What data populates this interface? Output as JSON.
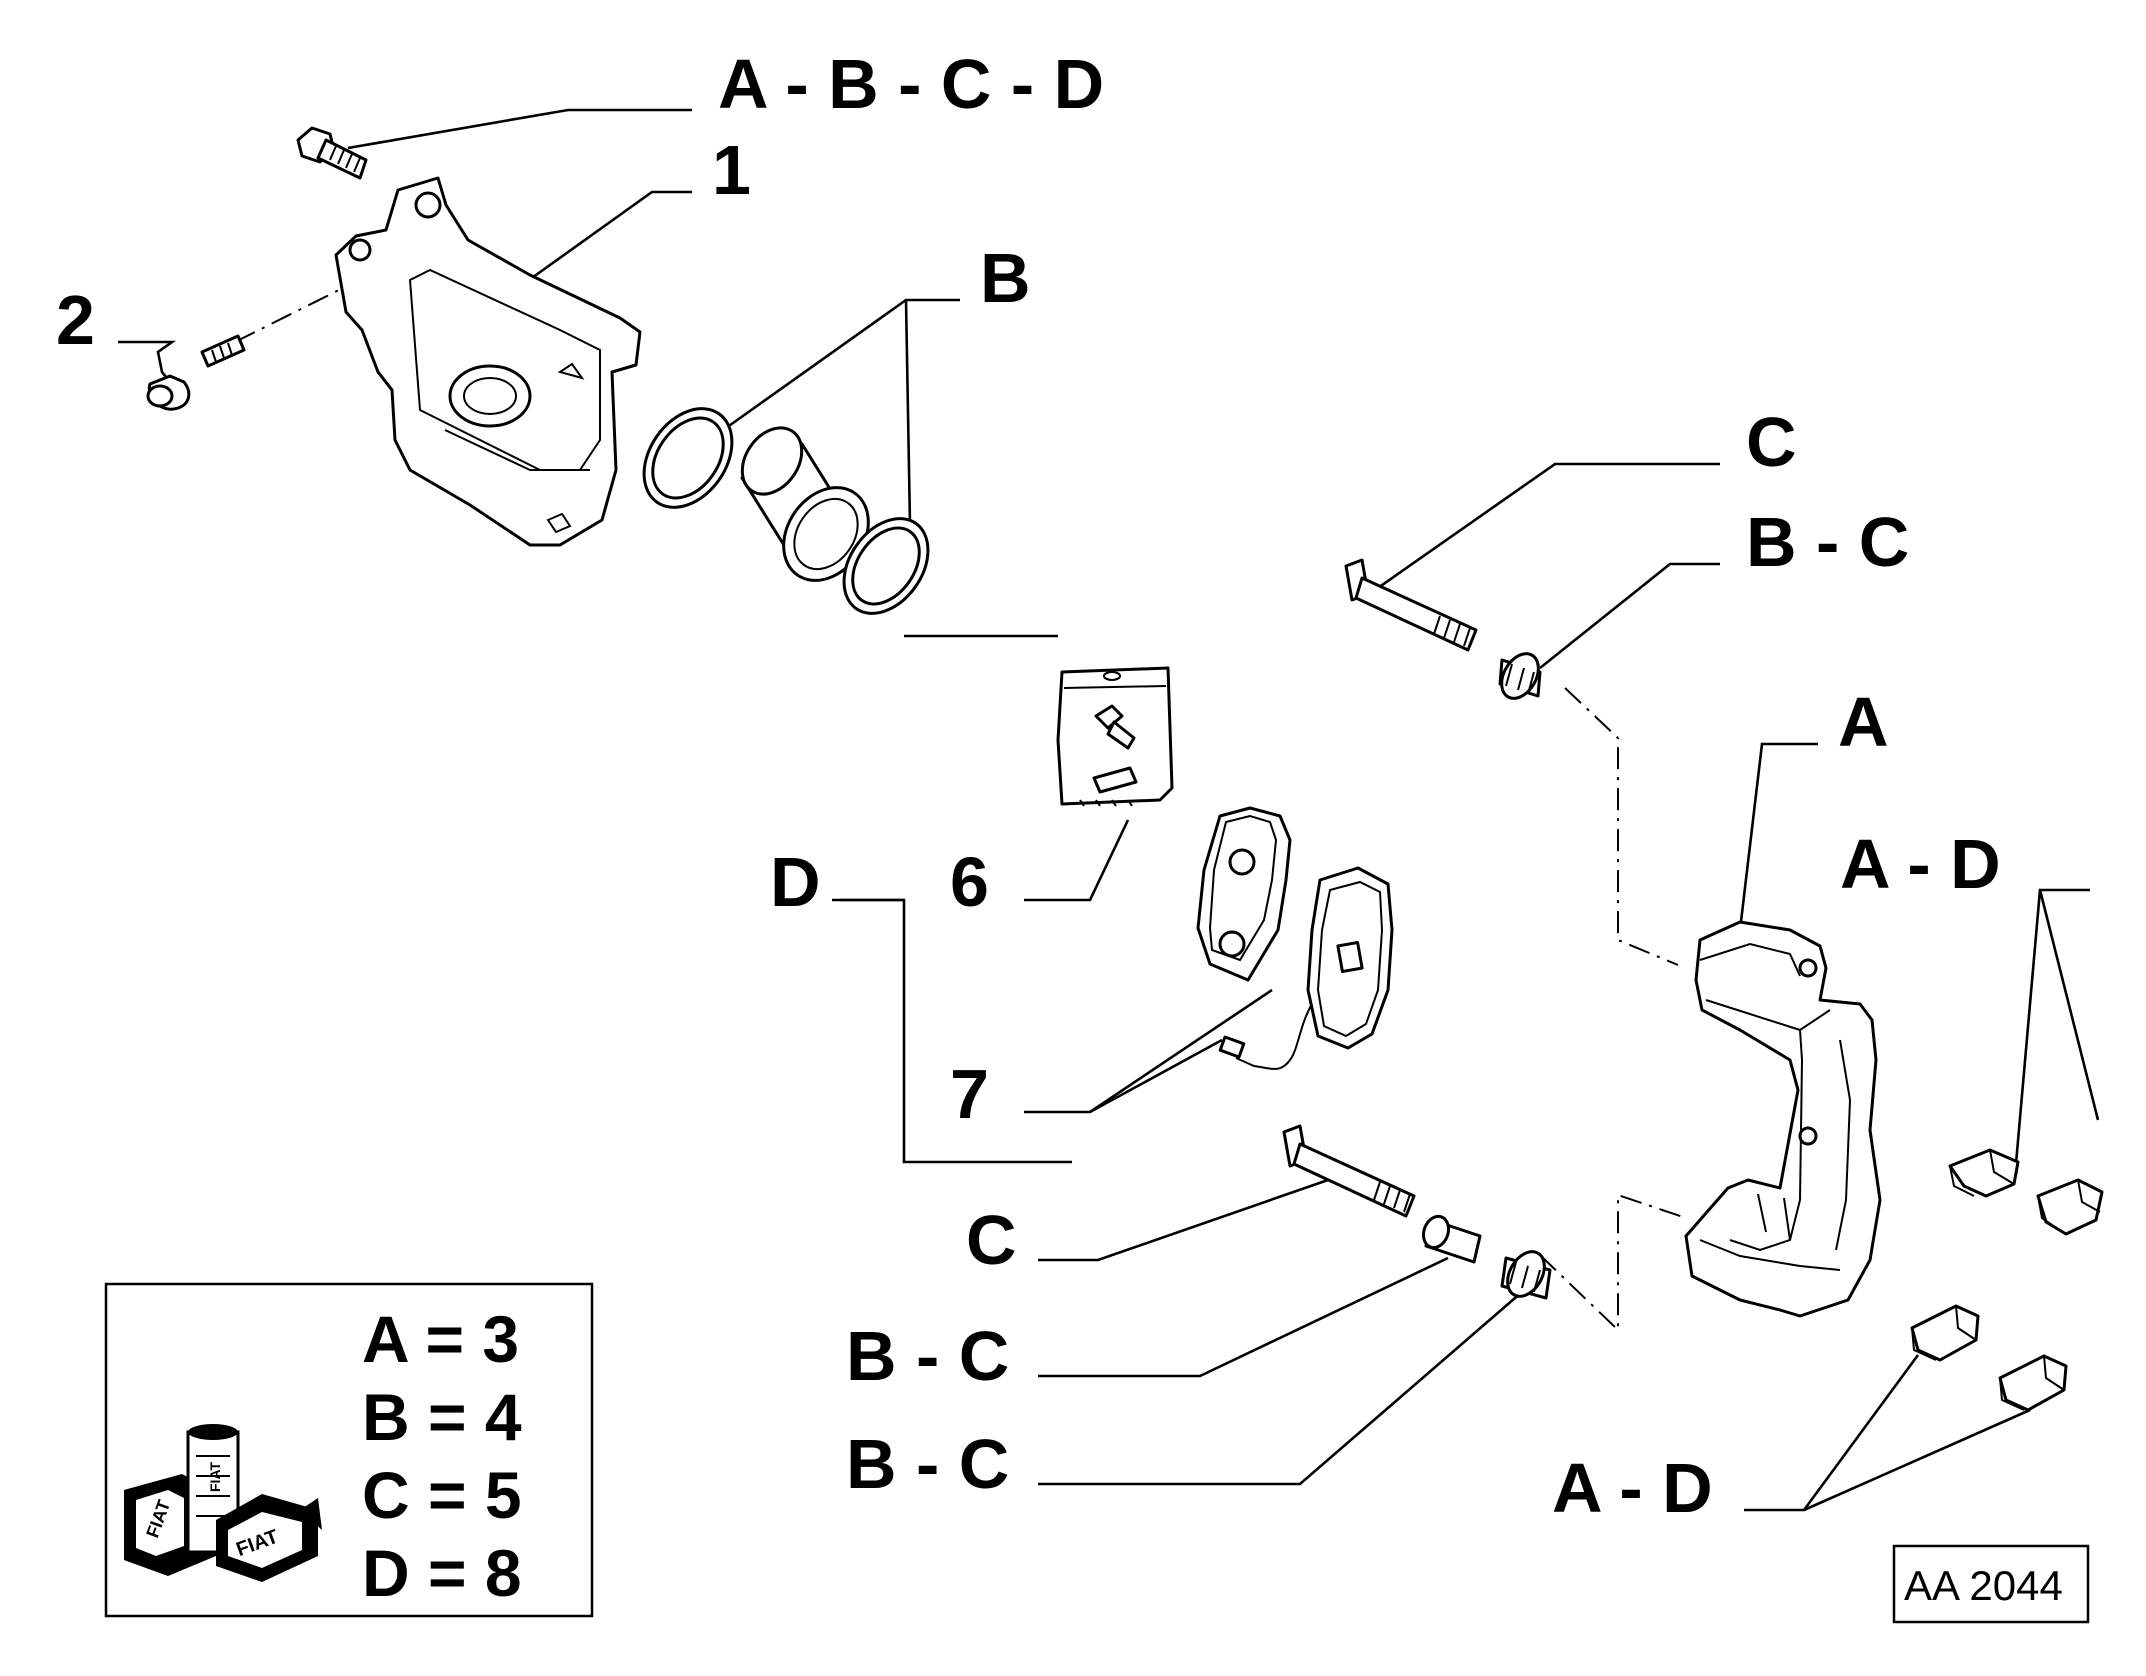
{
  "labels": {
    "top": "A - B - C - D",
    "part1": "1",
    "part2": "2",
    "b_seal": "B",
    "c_bolt_top": "C",
    "bc_bushing_top": "B - C",
    "a_bracket": "A",
    "ad_clips_right": "A - D",
    "d_group": "D",
    "part6": "6",
    "part7": "7",
    "c_bolt_bottom": "C",
    "bc_bushing_1": "B - C",
    "bc_bushing_2": "B - C",
    "ad_clips_bottom": "A - D"
  },
  "legend": {
    "lines": [
      "A = 3",
      "B = 4",
      "C = 5",
      "D = 8"
    ],
    "logo_text": [
      "FIAT",
      "FIAT",
      "FIAT"
    ]
  },
  "reference": "AA 2044"
}
